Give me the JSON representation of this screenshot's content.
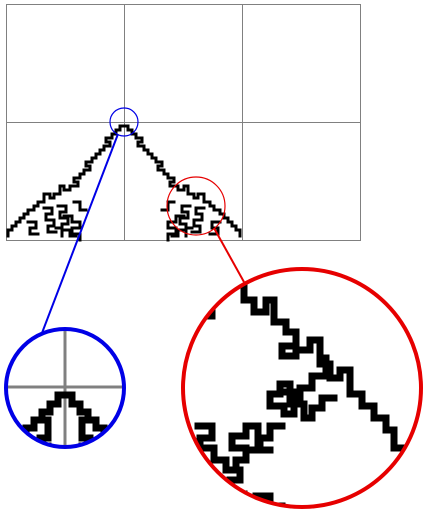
{
  "figure": {
    "kind": "fractal-curve-with-zoom-insets",
    "grid": {
      "columns": 3,
      "rows": 2,
      "color": "#808080"
    },
    "curve_color": "#000000",
    "insets": [
      {
        "name": "detail-apex",
        "color": "#0000e6"
      },
      {
        "name": "detail-right-branch",
        "color": "#e60000"
      }
    ]
  }
}
